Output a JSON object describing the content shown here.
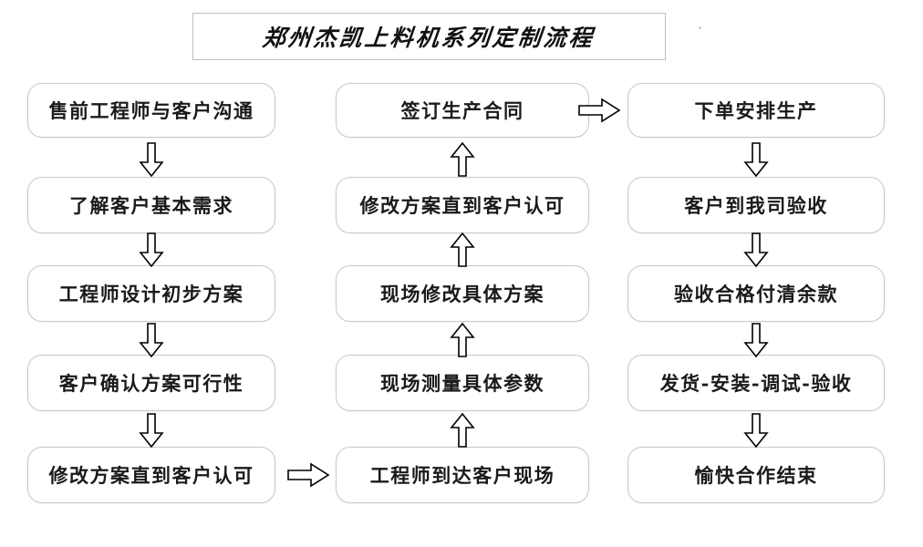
{
  "title": {
    "text": "郑州杰凯上料机系列定制流程"
  },
  "colors": {
    "box_border": "#c7c7c7",
    "title_border": "#bfbfbf",
    "text": "#1a1a1a",
    "arrow_stroke": "#000000",
    "background": "#ffffff"
  },
  "columns": [
    {
      "name": "left-column",
      "flow_direction": "down",
      "nodes": [
        {
          "label": "售前工程师与客户沟通"
        },
        {
          "label": "了解客户基本需求"
        },
        {
          "label": "工程师设计初步方案"
        },
        {
          "label": "客户确认方案可行性"
        },
        {
          "label": "修改方案直到客户认可"
        }
      ]
    },
    {
      "name": "middle-column",
      "flow_direction": "up",
      "nodes": [
        {
          "label": "签订生产合同"
        },
        {
          "label": "修改方案直到客户认可"
        },
        {
          "label": "现场修改具体方案"
        },
        {
          "label": "现场测量具体参数"
        },
        {
          "label": "工程师到达客户现场"
        }
      ]
    },
    {
      "name": "right-column",
      "flow_direction": "down",
      "nodes": [
        {
          "label": "下单安排生产"
        },
        {
          "label": "客户到我司验收"
        },
        {
          "label": "验收合格付清余款"
        },
        {
          "label": "发货-安装-调试-验收"
        },
        {
          "label": "愉快合作结束"
        }
      ]
    }
  ],
  "connectors": [
    {
      "name": "left-1-to-2",
      "direction": "down"
    },
    {
      "name": "left-2-to-3",
      "direction": "down"
    },
    {
      "name": "left-3-to-4",
      "direction": "down"
    },
    {
      "name": "left-4-to-5",
      "direction": "down"
    },
    {
      "name": "left-bottom-to-middle-bottom",
      "direction": "right"
    },
    {
      "name": "middle-5-to-4",
      "direction": "up"
    },
    {
      "name": "middle-4-to-3",
      "direction": "up"
    },
    {
      "name": "middle-3-to-2",
      "direction": "up"
    },
    {
      "name": "middle-2-to-1",
      "direction": "up"
    },
    {
      "name": "middle-top-to-right-top",
      "direction": "right"
    },
    {
      "name": "right-1-to-2",
      "direction": "down"
    },
    {
      "name": "right-2-to-3",
      "direction": "down"
    },
    {
      "name": "right-3-to-4",
      "direction": "down"
    },
    {
      "name": "right-4-to-5",
      "direction": "down"
    }
  ]
}
